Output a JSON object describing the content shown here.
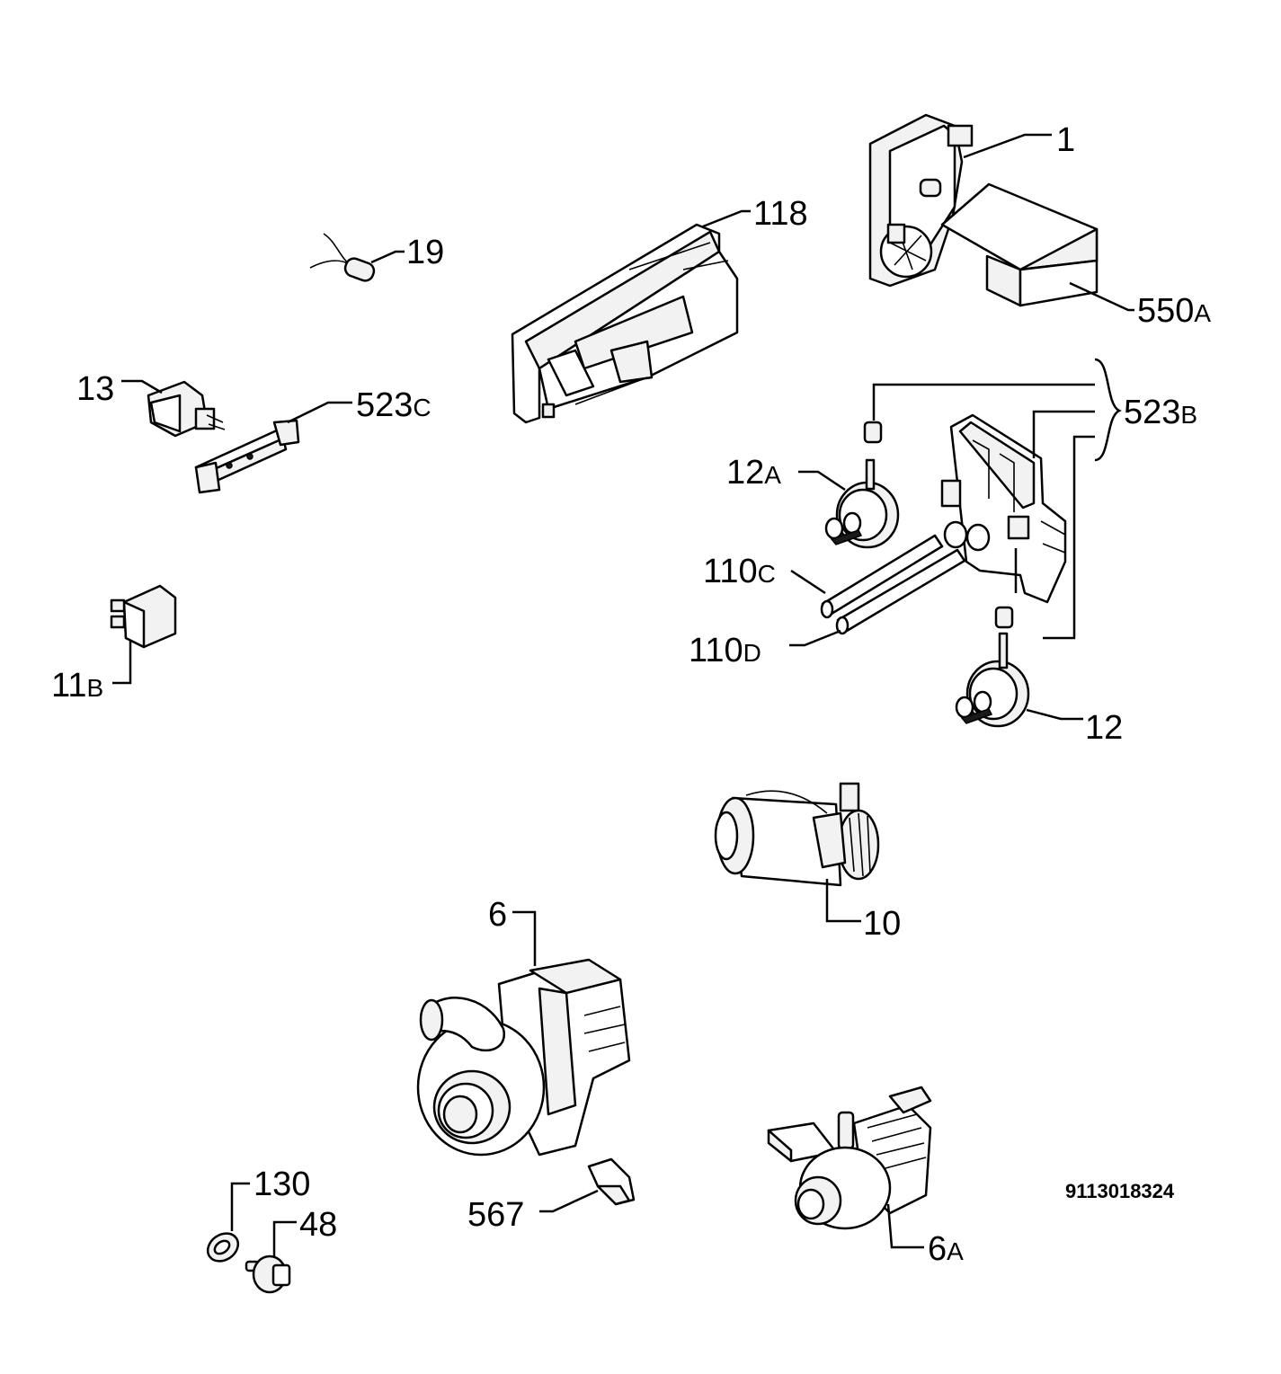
{
  "parts": [
    {
      "id": "p1",
      "number": "1",
      "suffix": "",
      "icon": "timer-module-icon"
    },
    {
      "id": "p118",
      "number": "118",
      "suffix": "",
      "icon": "control-panel-housing-icon"
    },
    {
      "id": "p19",
      "number": "19",
      "suffix": "",
      "icon": "sensor-capsule-icon"
    },
    {
      "id": "p550a",
      "number": "550",
      "suffix": "A",
      "icon": "box-cover-icon"
    },
    {
      "id": "p13",
      "number": "13",
      "suffix": "",
      "icon": "switch-icon"
    },
    {
      "id": "p523c",
      "number": "523",
      "suffix": "C",
      "icon": "bracket-icon"
    },
    {
      "id": "p523b",
      "number": "523",
      "suffix": "B",
      "icon": "mounting-frame-icon"
    },
    {
      "id": "p12a",
      "number": "12",
      "suffix": "A",
      "icon": "pressure-switch-icon"
    },
    {
      "id": "p110c",
      "number": "110",
      "suffix": "C",
      "icon": "hose-icon"
    },
    {
      "id": "p110d",
      "number": "110",
      "suffix": "D",
      "icon": "hose-icon"
    },
    {
      "id": "p11b",
      "number": "11",
      "suffix": "B",
      "icon": "relay-icon"
    },
    {
      "id": "p12",
      "number": "12",
      "suffix": "",
      "icon": "pressure-switch-icon"
    },
    {
      "id": "p10",
      "number": "10",
      "suffix": "",
      "icon": "solenoid-valve-icon"
    },
    {
      "id": "p6",
      "number": "6",
      "suffix": "",
      "icon": "circulation-pump-icon"
    },
    {
      "id": "p130",
      "number": "130",
      "suffix": "",
      "icon": "gasket-ring-icon"
    },
    {
      "id": "p48",
      "number": "48",
      "suffix": "",
      "icon": "plug-icon"
    },
    {
      "id": "p567",
      "number": "567",
      "suffix": "",
      "icon": "clip-icon"
    },
    {
      "id": "p6a",
      "number": "6",
      "suffix": "A",
      "icon": "drain-pump-icon"
    }
  ],
  "diagram_code": "9113018324"
}
